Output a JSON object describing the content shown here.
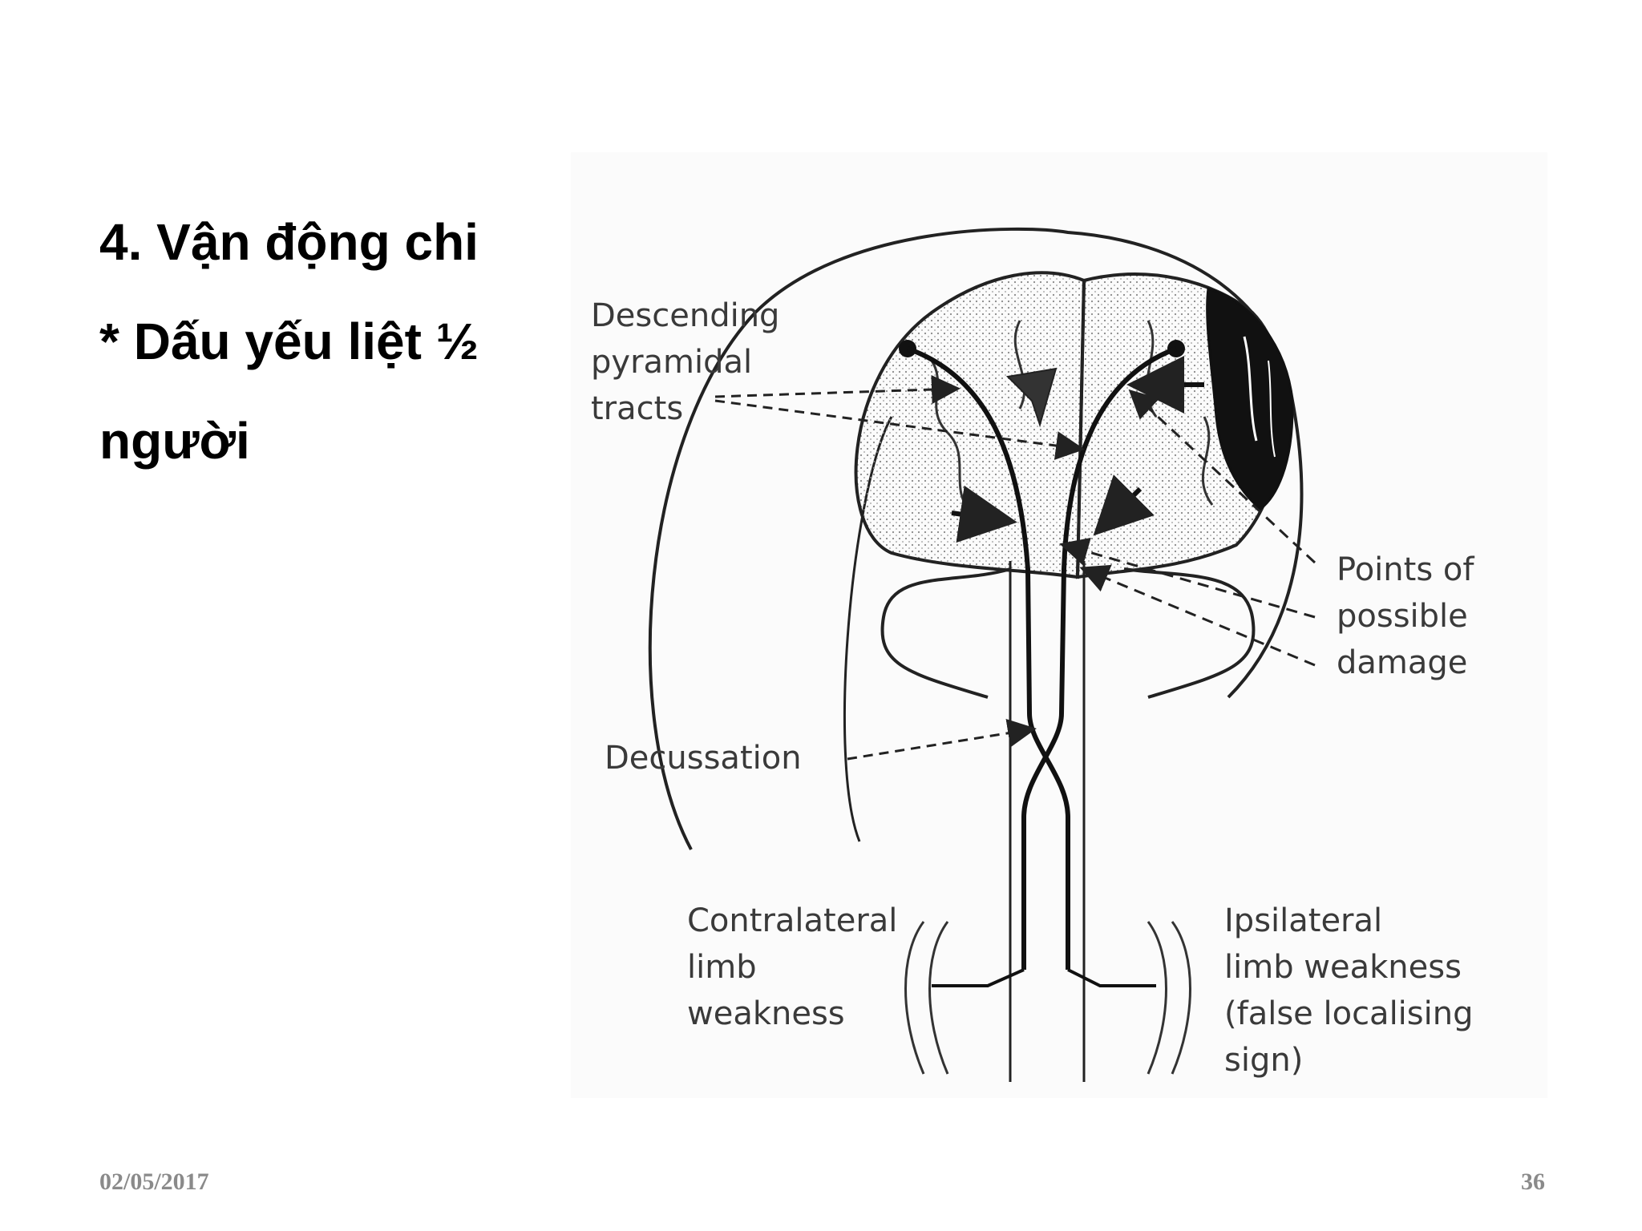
{
  "slide": {
    "title_line1": "4. Vận động chi",
    "title_line2": "* Dấu yếu liệt ½",
    "title_line3": "người"
  },
  "figure": {
    "label_tracts": [
      "Descending",
      "pyramidal",
      "tracts"
    ],
    "label_damage": [
      "Points of",
      "possible",
      "damage"
    ],
    "label_decussation": "Decussation",
    "label_contralateral": [
      "Contralateral",
      "limb",
      "weakness"
    ],
    "label_ipsilateral": [
      "Ipsilateral",
      "limb weakness",
      "(false localising",
      "sign)"
    ]
  },
  "footer": {
    "date": "02/05/2017",
    "page_number": "36"
  }
}
